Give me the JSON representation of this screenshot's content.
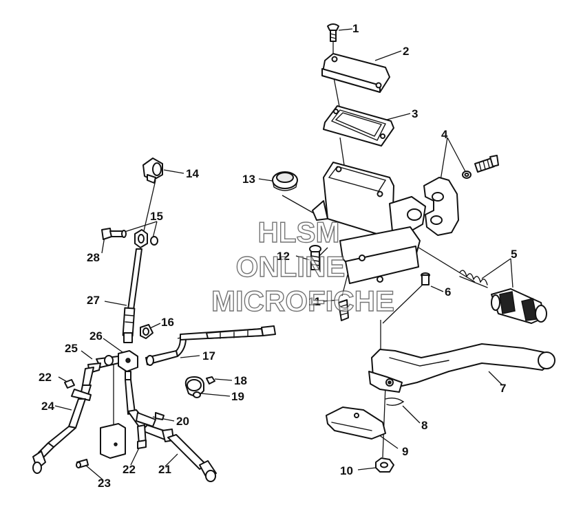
{
  "watermark": {
    "line1": "HLSM",
    "line2": "ONLINE",
    "line3": "MICROFICHE"
  },
  "callouts": [
    "1",
    "2",
    "3",
    "4",
    "5",
    "6",
    "7",
    "8",
    "9",
    "10",
    "11",
    "12",
    "13",
    "14",
    "15",
    "16",
    "17",
    "18",
    "19",
    "20",
    "21",
    "22",
    "22",
    "23",
    "24",
    "25",
    "26",
    "27",
    "28"
  ]
}
